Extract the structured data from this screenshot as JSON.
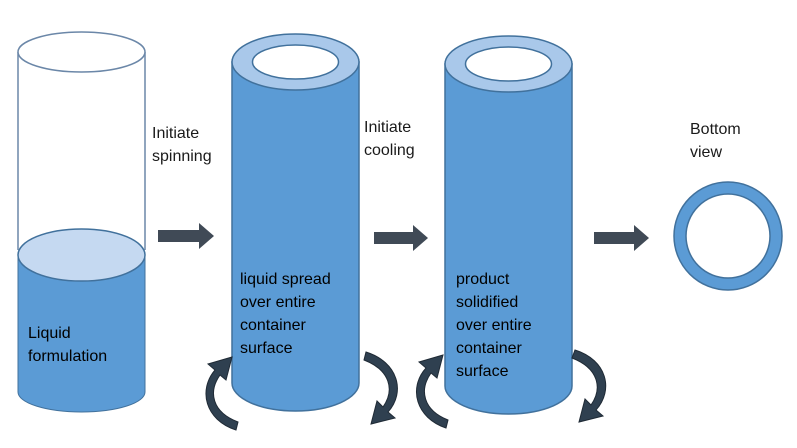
{
  "colors": {
    "cylinder_blue": "#5b9bd5",
    "cylinder_outline": "#41719c",
    "liquid_top": "#c5d9f1",
    "ring_inner": "#a9c8ea",
    "arrow": "#404a56",
    "empty_outline": "#5b7fa8"
  },
  "steps": {
    "step1": {
      "label_lines": [
        "Liquid",
        "formulation"
      ]
    },
    "step2": {
      "label_lines": [
        "liquid spread",
        "over entire",
        "container",
        "surface"
      ]
    },
    "step3": {
      "label_lines": [
        "product",
        "solidified",
        "over entire",
        "container",
        "surface"
      ]
    }
  },
  "transitions": {
    "spin": {
      "label_lines": [
        "Initiate",
        "spinning"
      ]
    },
    "cool": {
      "label_lines": [
        "Initiate",
        "cooling"
      ]
    }
  },
  "bottom_view": {
    "label_lines": [
      "Bottom",
      "view"
    ]
  }
}
